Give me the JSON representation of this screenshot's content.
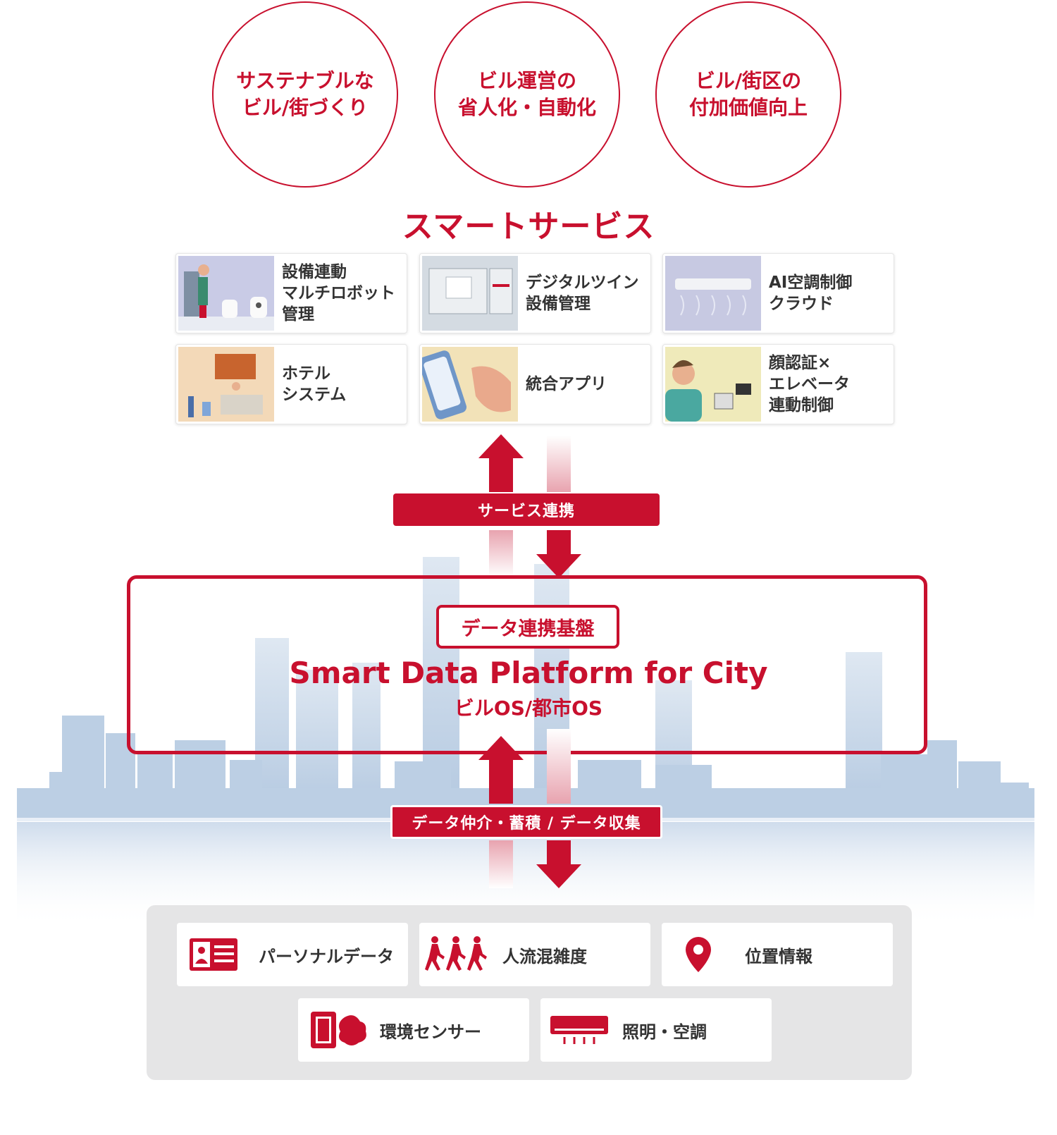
{
  "goals": [
    {
      "text": "サステナブルな\nビル/街づくり"
    },
    {
      "text": "ビル運営の\n省人化・自動化"
    },
    {
      "text": "ビル/街区の\n付加価値向上"
    }
  ],
  "smart_services": {
    "title": "スマートサービス",
    "items": [
      {
        "label": "設備連動\nマルチロボット\n管理"
      },
      {
        "label": "デジタルツイン\n設備管理"
      },
      {
        "label": "AI空調制御\nクラウド"
      },
      {
        "label": "ホテル\nシステム"
      },
      {
        "label": "統合アプリ"
      },
      {
        "label": "顔認証×\nエレベータ\n連動制御"
      }
    ]
  },
  "links": {
    "service": "サービス連携",
    "data": "データ仲介・蓄積 / データ収集"
  },
  "platform": {
    "tag": "データ連携基盤",
    "name": "Smart Data Platform for City",
    "sub": "ビルOS/都市OS"
  },
  "data_sources": [
    {
      "label": "パーソナルデータ",
      "icon": "id-card-icon"
    },
    {
      "label": "人流混雑度",
      "icon": "walking-people-icon"
    },
    {
      "label": "位置情報",
      "icon": "location-pin-icon"
    },
    {
      "label": "環境センサー",
      "icon": "sensor-icon"
    },
    {
      "label": "照明・空調",
      "icon": "air-conditioner-icon"
    }
  ],
  "colors": {
    "accent": "#c8102e",
    "skyline": "#b9cde3",
    "panel": "#e5e5e6"
  }
}
